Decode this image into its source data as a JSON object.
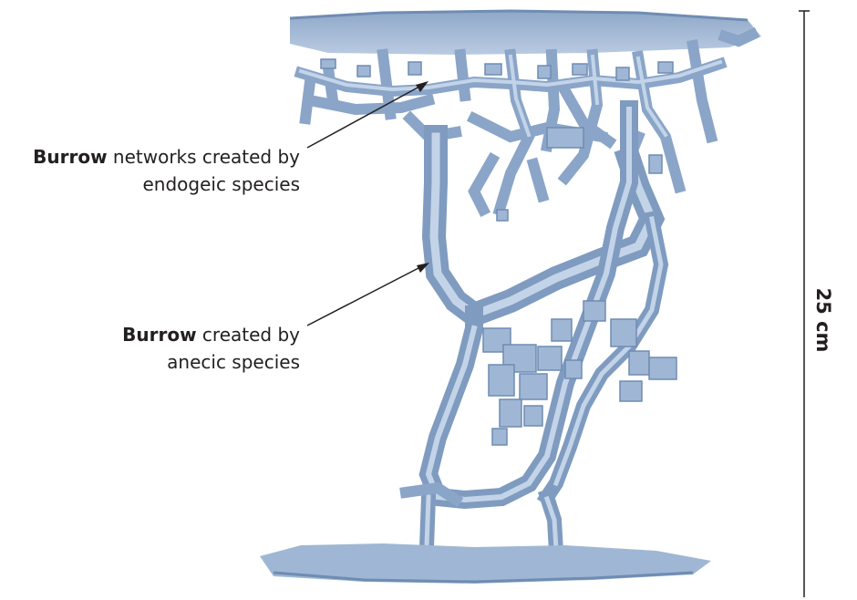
{
  "annotations": [
    {
      "bold": "Burrow",
      "rest_line1": " networks created by",
      "line2": "endogeic species"
    },
    {
      "bold": "Burrow",
      "rest_line1": " created by",
      "line2": "anecic species"
    }
  ],
  "scale_bar": {
    "label": "25 cm"
  },
  "colors": {
    "burrow_fill": "#9fb7d4",
    "burrow_light": "#c9d8ea",
    "burrow_dark": "#6f8cb3",
    "text": "#231f20",
    "leader_line": "#231f20"
  }
}
